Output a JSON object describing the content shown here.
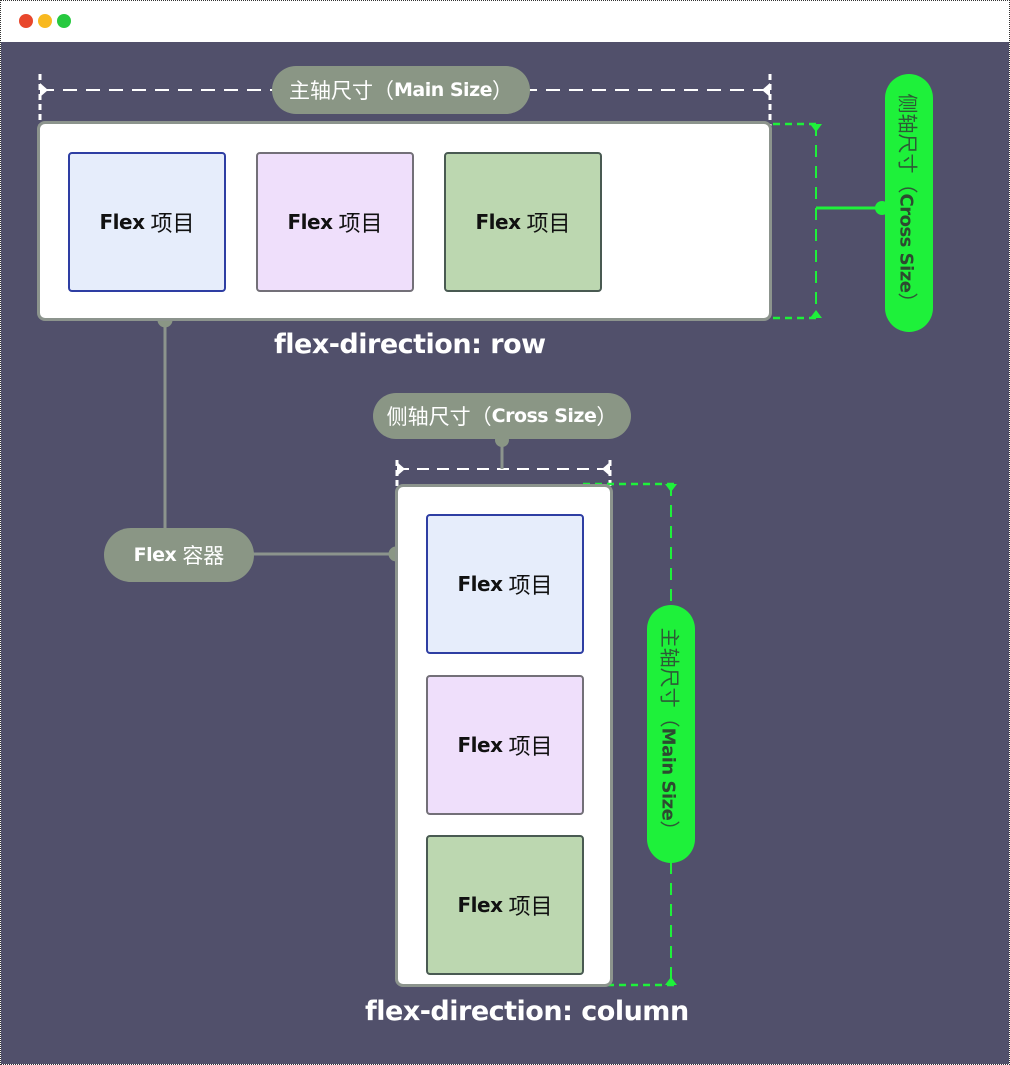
{
  "window": {
    "controls": [
      {
        "name": "close",
        "color": "#e8472c"
      },
      {
        "name": "minimize",
        "color": "#f8b920"
      },
      {
        "name": "maximize",
        "color": "#27c93f"
      }
    ]
  },
  "colors": {
    "background": "#51506b",
    "pill_gray": "#8a9685",
    "accent_green": "#1ef13a",
    "container_border": "#8c948d"
  },
  "row_diagram": {
    "main_size_label": {
      "cn": "主轴尺寸（",
      "en": "Main Size",
      "close": "）"
    },
    "cross_size_label": {
      "cn": "侧轴尺寸（",
      "en": "Cross Size",
      "close": "）"
    },
    "items": [
      {
        "bold": "Flex",
        "text": "项目",
        "bg": "#e6edfb",
        "border": "#2e3ea3"
      },
      {
        "bold": "Flex",
        "text": "项目",
        "bg": "#efdffb",
        "border": "#737078"
      },
      {
        "bold": "Flex",
        "text": "项目",
        "bg": "#bcd7b0",
        "border": "#495a52"
      }
    ],
    "caption": "flex-direction: row"
  },
  "container_label": {
    "bold": "Flex",
    "text": "容器"
  },
  "column_diagram": {
    "cross_size_label": {
      "cn": "侧轴尺寸（",
      "en": "Cross Size",
      "close": "）"
    },
    "main_size_label": {
      "cn": "主轴尺寸（",
      "en": "Main Size",
      "close": "）"
    },
    "items": [
      {
        "bold": "Flex",
        "text": "项目",
        "bg": "#e6edfb",
        "border": "#2e3ea3"
      },
      {
        "bold": "Flex",
        "text": "项目",
        "bg": "#efdffb",
        "border": "#737078"
      },
      {
        "bold": "Flex",
        "text": "项目",
        "bg": "#bcd7b0",
        "border": "#495a52"
      }
    ],
    "caption": "flex-direction: column"
  }
}
